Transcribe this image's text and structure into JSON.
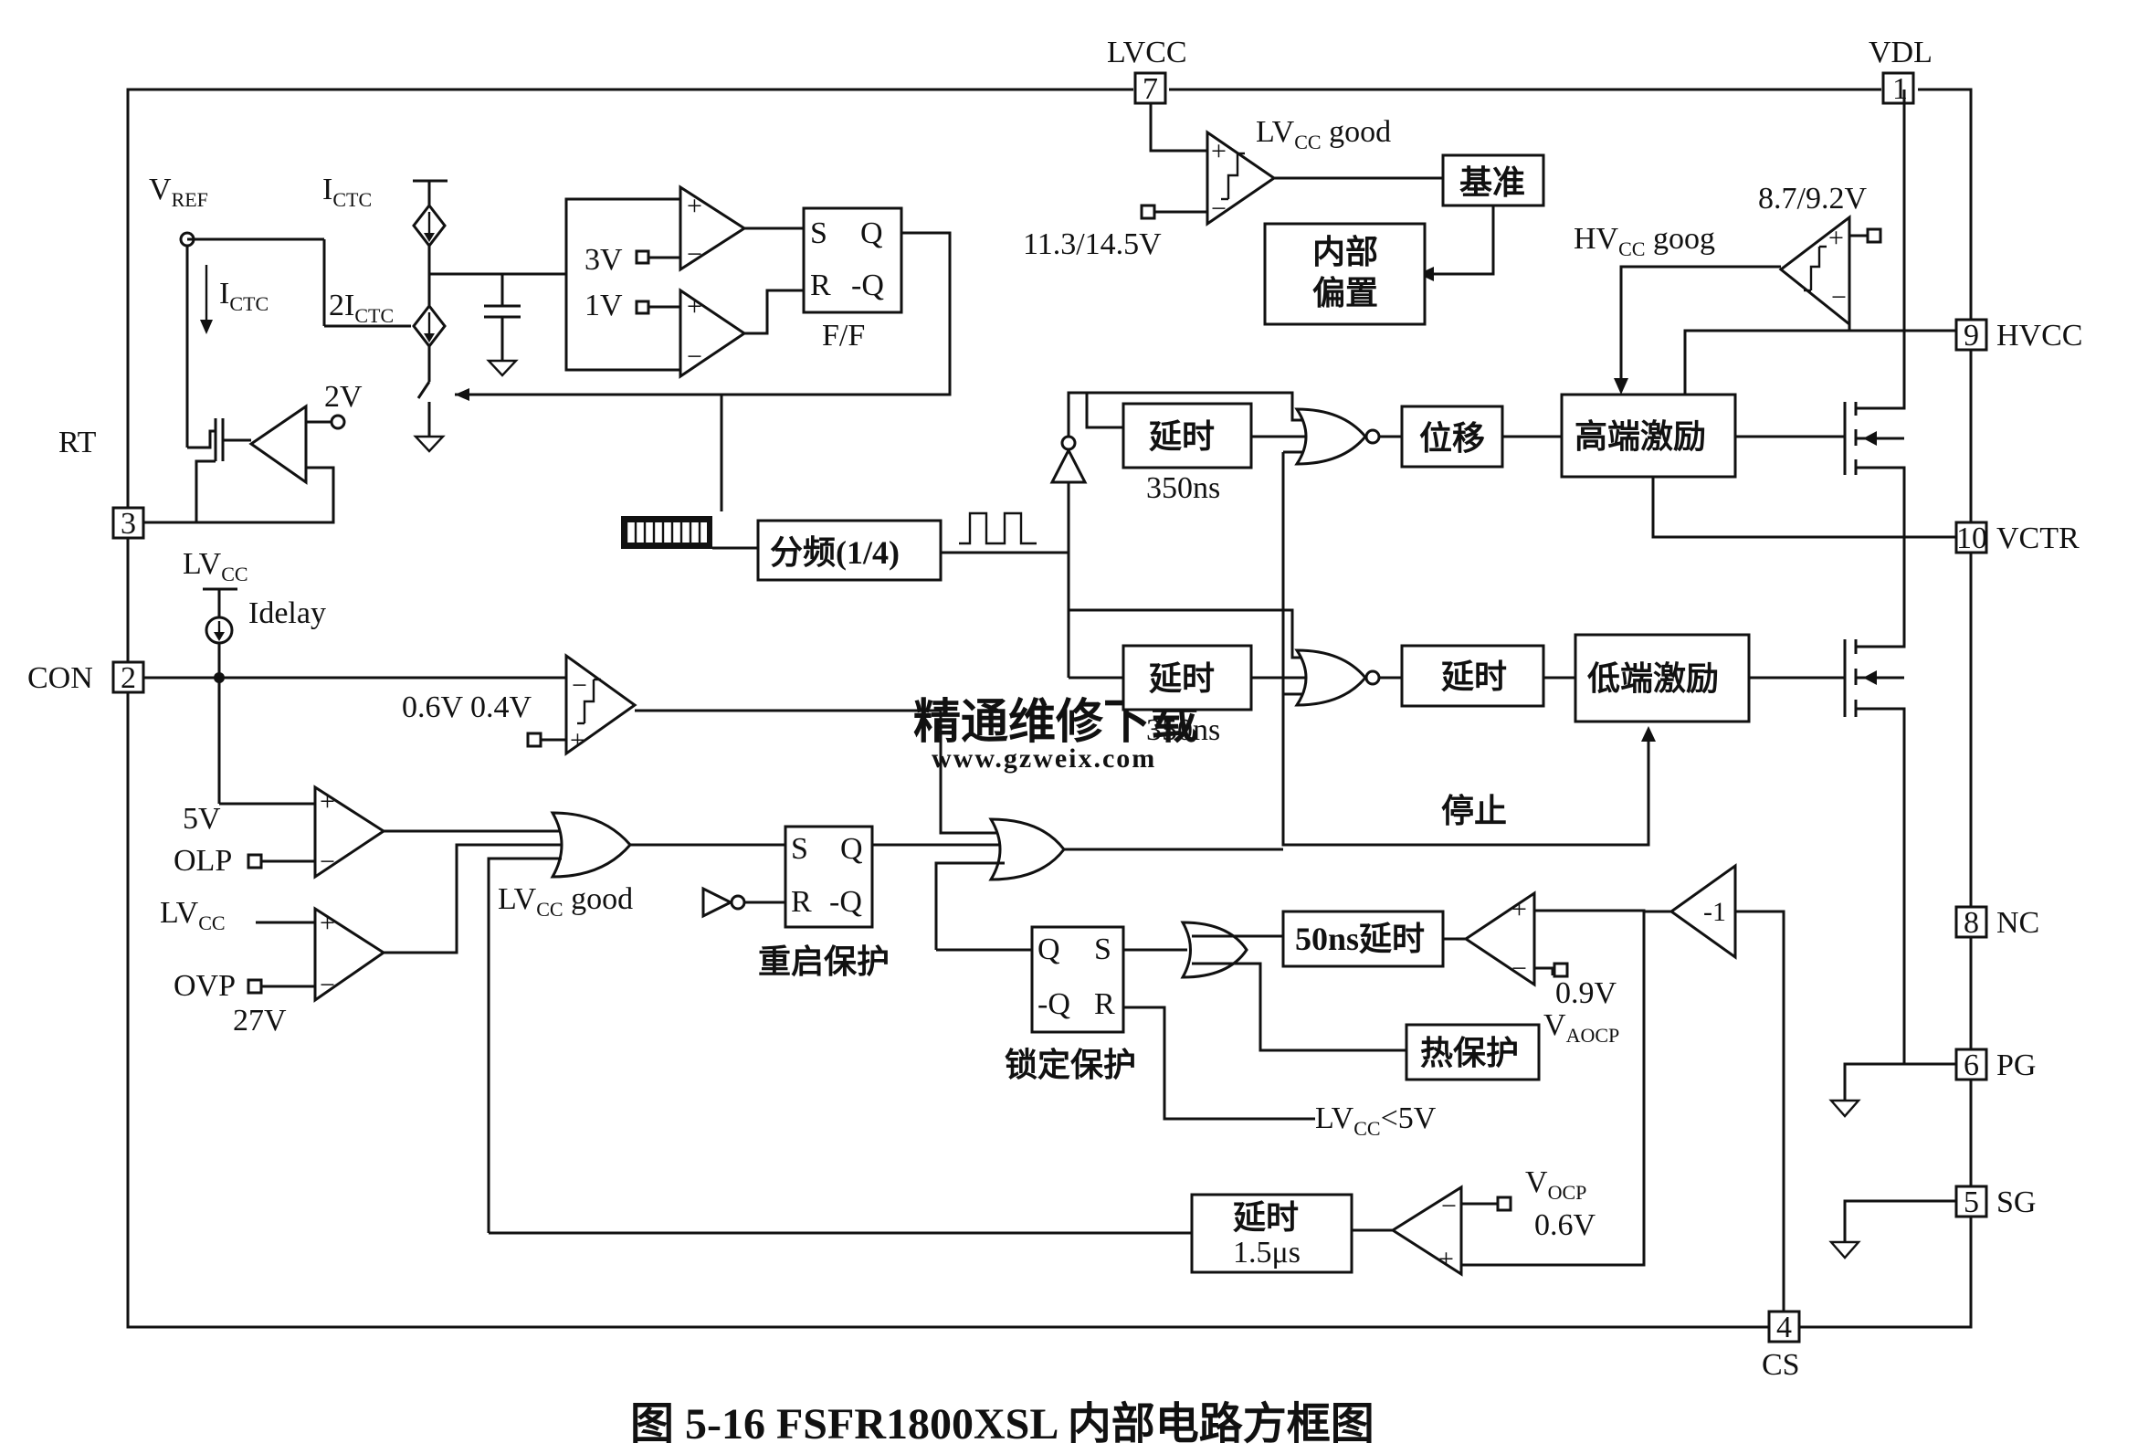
{
  "pins": {
    "lvcc": {
      "num": "7",
      "name": "LVCC"
    },
    "vdl": {
      "num": "1",
      "name": "VDL"
    },
    "hvcc": {
      "num": "9",
      "name": "HVCC"
    },
    "vctr": {
      "num": "10",
      "name": "VCTR"
    },
    "rt": {
      "num": "3",
      "name": "RT"
    },
    "con": {
      "num": "2",
      "name": "CON"
    },
    "nc": {
      "num": "8",
      "name": "NC"
    },
    "pg": {
      "num": "6",
      "name": "PG"
    },
    "sg": {
      "num": "5",
      "name": "SG"
    },
    "cs": {
      "num": "4",
      "name": "CS"
    }
  },
  "labels": {
    "vref_main": "V",
    "vref_sub": "REF",
    "ictc_top_main": "I",
    "ictc_top_sub": "CTC",
    "ictc_left_main": "I",
    "ictc_left_sub": "CTC",
    "two_ictc_main": "2I",
    "two_ictc_sub": "CTC",
    "ref_2v": "2V",
    "ref_3v": "3V",
    "ref_1v": "1V",
    "ff_s": "S",
    "ff_q": "Q",
    "ff_r": "R",
    "ff_nq": "-Q",
    "ff_name": "F/F",
    "lvcc_good_top_main": "LV",
    "lvcc_good_top_sub": "CC",
    "lvcc_good_top_tail": " good",
    "uvlo_threshold": "11.3/14.5V",
    "hvcc_threshold": "8.7/9.2V",
    "hvcc_good_main": "HV",
    "hvcc_good_sub": "CC",
    "hvcc_good_tail": " goog",
    "lvcc_con_main": "LV",
    "lvcc_con_sub": "CC",
    "idelay": "Idelay",
    "con_thresholds": "0.6V  0.4V",
    "olp_ref": "5V",
    "olp_label": "OLP",
    "lvcc_ovp_main": "LV",
    "lvcc_ovp_sub": "CC",
    "ovp_label": "OVP",
    "ovp_ref": "27V",
    "lvcc_good_bot_main": "LV",
    "lvcc_good_bot_sub": "CC",
    "lvcc_good_bot_tail": " good",
    "rs_s": "S",
    "rs_q": "Q",
    "rs_r": "R",
    "rs_nq": "-Q",
    "lk_q": "Q",
    "lk_s": "S",
    "lk_nq": "-Q",
    "lk_r": "R",
    "stop": "停止",
    "aocp_ref": "0.9V",
    "vaocp_main": "V",
    "vaocp_sub": "AOCP",
    "lvcc_lt5_main": "LV",
    "lvcc_lt5_sub": "CC",
    "lvcc_lt5_tail": "<5V",
    "vocp_main": "V",
    "vocp_sub": "OCP",
    "ocp_ref": "0.6V",
    "inverter_gain": "-1",
    "delay_350_hi": "350ns",
    "delay_350_lo": "350ns"
  },
  "blocks": {
    "reference": "基准",
    "internal_bias_1": "内部",
    "internal_bias_2": "偏置",
    "delay_hi": "延时",
    "delay_lo": "延时",
    "level_shift": "位移",
    "delay_lo_2": "延时",
    "high_side_driver": "高端激励",
    "low_side_driver": "低端激励",
    "divider": "分频(1/4)",
    "restart_protection": "重启保护",
    "latch_protection": "锁定保护",
    "delay_50ns": "50ns延时",
    "thermal_protection": "热保护",
    "ocp_delay_1": "延时",
    "ocp_delay_2": "1.5μs"
  },
  "watermark": {
    "text": "精通维修下载",
    "url": "www.gzweix.com"
  },
  "caption": "图 5-16    FSFR1800XSL 内部电路方框图"
}
